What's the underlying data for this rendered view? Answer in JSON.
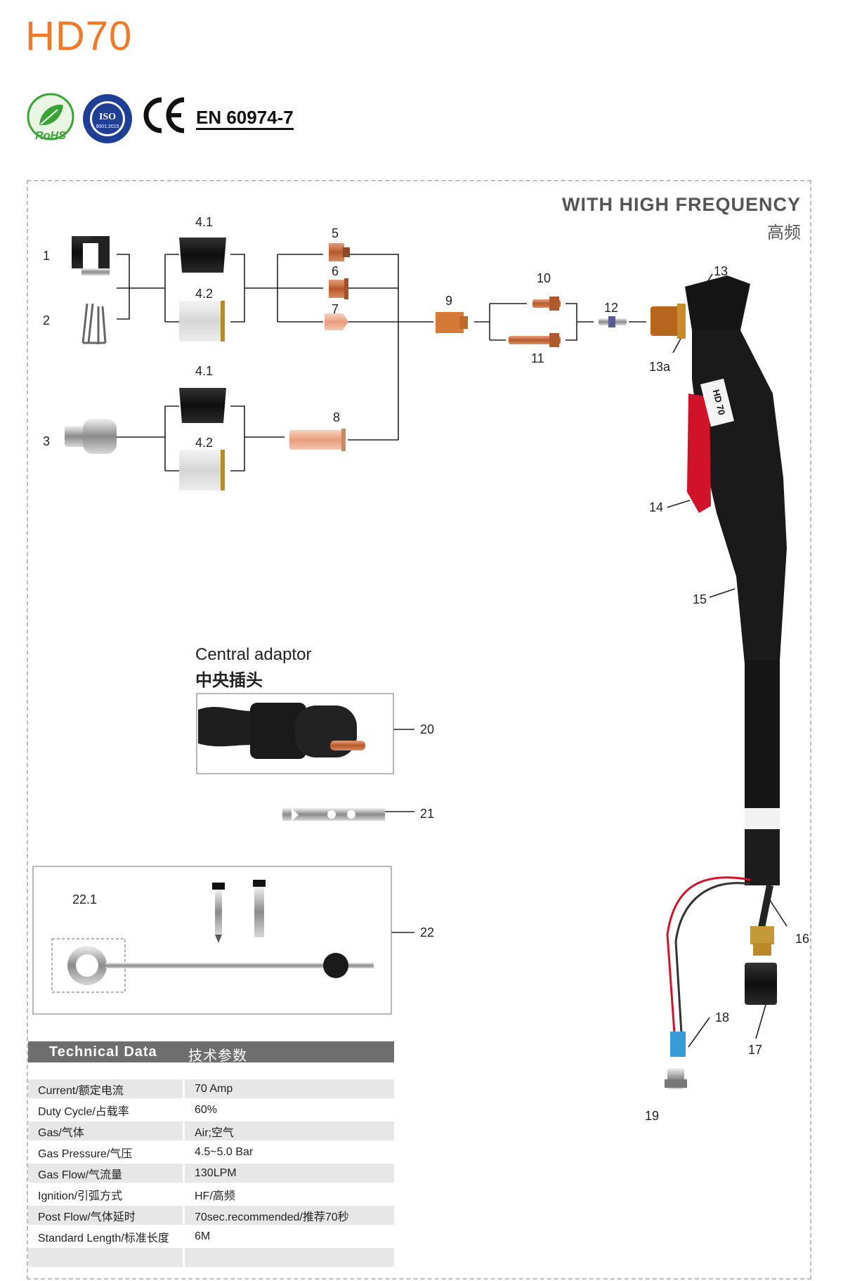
{
  "header": {
    "model_title": "HD70",
    "standard": "EN 60974-7",
    "rohs_logo_text": "RoHS",
    "iso_logo_text": "ISO",
    "iso_logo_sub": "9001:2015",
    "ce_mark": "CE"
  },
  "diagram": {
    "frequency_en": "WITH HIGH FREQUENCY",
    "frequency_cn": "高频",
    "central_adaptor_en": "Central adaptor",
    "central_adaptor_cn": "中央插头",
    "part_numbers": [
      "1",
      "2",
      "3",
      "4.1",
      "4.2",
      "4.1",
      "4.2",
      "5",
      "6",
      "7",
      "8",
      "9",
      "10",
      "11",
      "12",
      "13",
      "13a",
      "14",
      "15",
      "16",
      "17",
      "18",
      "19",
      "20",
      "21",
      "22",
      "22.1"
    ],
    "handle_label": "HD 70"
  },
  "technical_data": {
    "title_en": "Technical Data",
    "title_cn": "技术参数",
    "rows": [
      {
        "label": "Current/额定电流",
        "value": "70 Amp"
      },
      {
        "label": "Duty Cycle/占载率",
        "value": "60%"
      },
      {
        "label": "Gas/气体",
        "value": "Air;空气"
      },
      {
        "label": "Gas Pressure/气压",
        "value": "4.5~5.0 Bar"
      },
      {
        "label": "Gas Flow/气流量",
        "value": "130LPM"
      },
      {
        "label": "Ignition/引弧方式",
        "value": "HF/高频"
      },
      {
        "label": "Post Flow/气体延时",
        "value": "70sec.recommended/推荐70秒"
      },
      {
        "label": "Standard Length/标准长度",
        "value": "6M"
      },
      {
        "label": "",
        "value": ""
      }
    ]
  },
  "colors": {
    "title_orange": "#f07a2a",
    "rohs_green": "#3aa335",
    "iso_blue": "#1f3f96",
    "table_header": "#6e6e6e",
    "table_alt_row": "#e7e7e7",
    "copper": "#c8683a",
    "trigger_red": "#d0132a"
  }
}
